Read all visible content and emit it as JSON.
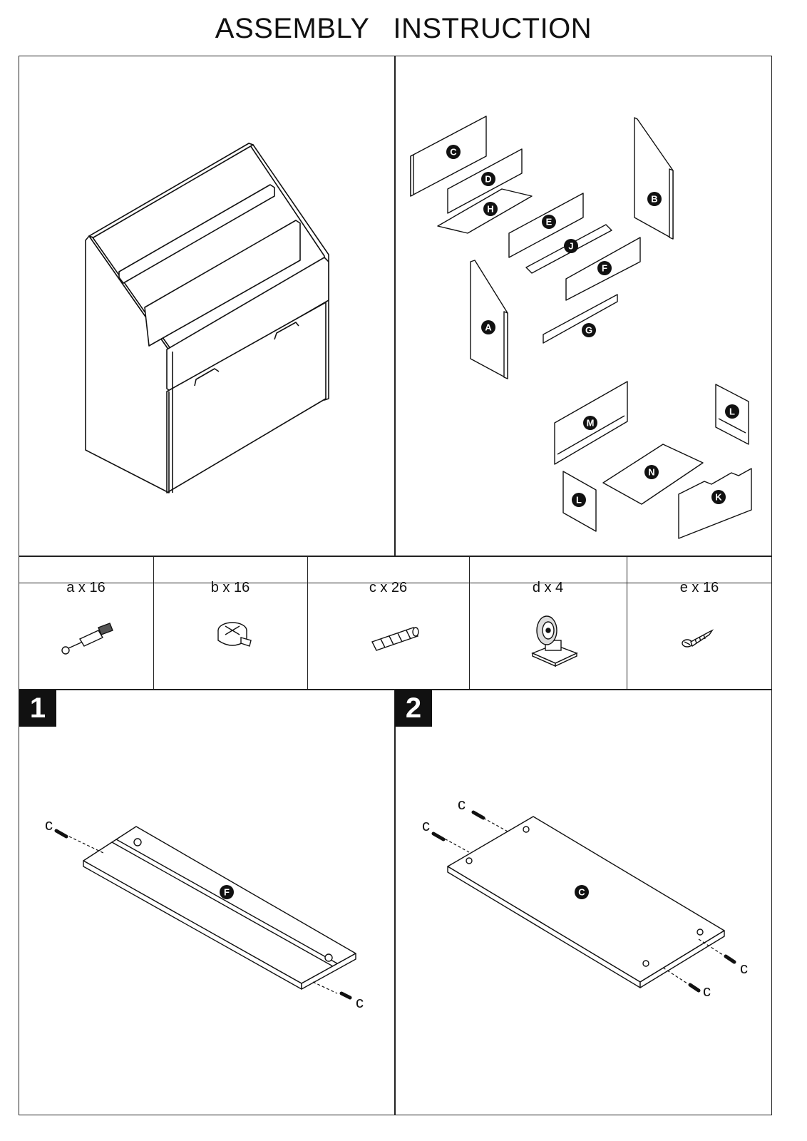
{
  "title": "ASSEMBLY   INSTRUCTION",
  "parts": {
    "A": "A",
    "B": "B",
    "C": "C",
    "D": "D",
    "E": "E",
    "F": "F",
    "G": "G",
    "H": "H",
    "J": "J",
    "K": "K",
    "L": "L",
    "M": "M",
    "N": "N"
  },
  "hardware": [
    {
      "label": "a x 16",
      "icon": "cam-bolt-icon"
    },
    {
      "label": "b x 16",
      "icon": "cam-lock-icon"
    },
    {
      "label": "c x 26",
      "icon": "wooden-dowel-icon"
    },
    {
      "label": "d x 4",
      "icon": "caster-wheel-icon"
    },
    {
      "label": "e x 16",
      "icon": "screw-icon"
    }
  ],
  "steps": [
    {
      "number": "1",
      "panel": "F",
      "fastener": "c"
    },
    {
      "number": "2",
      "panel": "C",
      "fastener": "c"
    }
  ]
}
